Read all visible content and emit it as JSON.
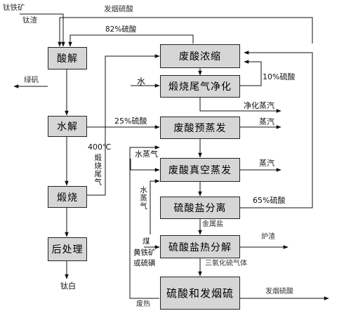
{
  "boxes": {
    "acid_hydrolysis": "酸解",
    "hydrolysis": "水解",
    "calcination": "煅烧",
    "post_treatment": "后处理",
    "waste_acid_concentration": "废酸浓缩",
    "calcination_gas_cleaning": "煅烧尾气净化",
    "waste_acid_preevaporation": "废酸预蒸发",
    "waste_acid_vacuum_evaporation": "废酸真空蒸发",
    "sulfate_separation": "硫酸盐分离",
    "sulfate_thermal_decomposition": "硫酸盐热分解",
    "sulfuric_acid_oleum": "硫酸和发烟硫"
  },
  "labels": {
    "ilmenite": "钛铁矿",
    "titanium_slag": "钛渣",
    "oleum_top": "发烟硫酸",
    "acid_82": "82%硫酸",
    "green_vitriol": "绿矾",
    "water": "水",
    "acid_10": "10%硫酸",
    "clean_steam": "净化蒸汽",
    "acid_25": "25%硫酸",
    "steam_1": "蒸汽",
    "temp_400": "400℃",
    "calcination_exhaust": "煅烧尾气",
    "water_steam_1": "水蒸气",
    "steam_2": "蒸汽",
    "water_steam_2": "水蒸气",
    "acid_65": "65%硫酸",
    "metal_salt": "金属盐",
    "slag": "炉渣",
    "coal": "煤",
    "pyrite": "黄铁矿",
    "or_sulfur": "或硫磺",
    "so3_gas": "三氧化硫气体",
    "titanium_white": "钛白",
    "oleum_bottom": "发烟硫酸",
    "waste_heat": "废热"
  }
}
